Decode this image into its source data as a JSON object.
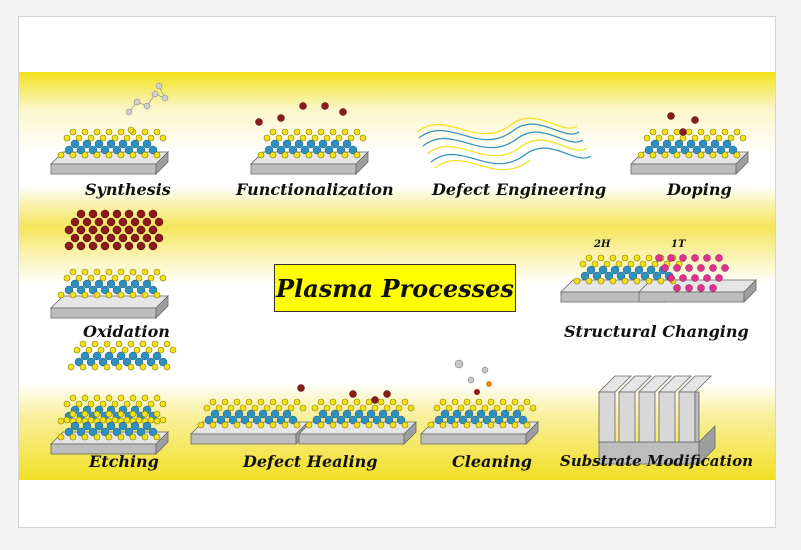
{
  "center_title": "Plasma Processes",
  "labels": {
    "synthesis": "Synthesis",
    "functionalization": "Functionalization",
    "defect_engineering": "Defect Engineering",
    "doping": "Doping",
    "oxidation": "Oxidation",
    "structural_changing": "Structural Changing",
    "etching": "Etching",
    "defect_healing": "Defect Healing",
    "cleaning": "Cleaning",
    "substrate_modification": "Substrate Modification"
  },
  "phase_labels": {
    "left": "2H",
    "right": "1T"
  },
  "colors": {
    "band_yellow": "#f2e21a",
    "title_box": "#ffff00",
    "sulfur_atoms": "#f3e21b",
    "metal_atoms": "#2f8fbf",
    "oxygen_atoms": "#8b1a1a",
    "phase_1T_atoms": "#e0338f",
    "substrate": "#c8c8c8"
  }
}
